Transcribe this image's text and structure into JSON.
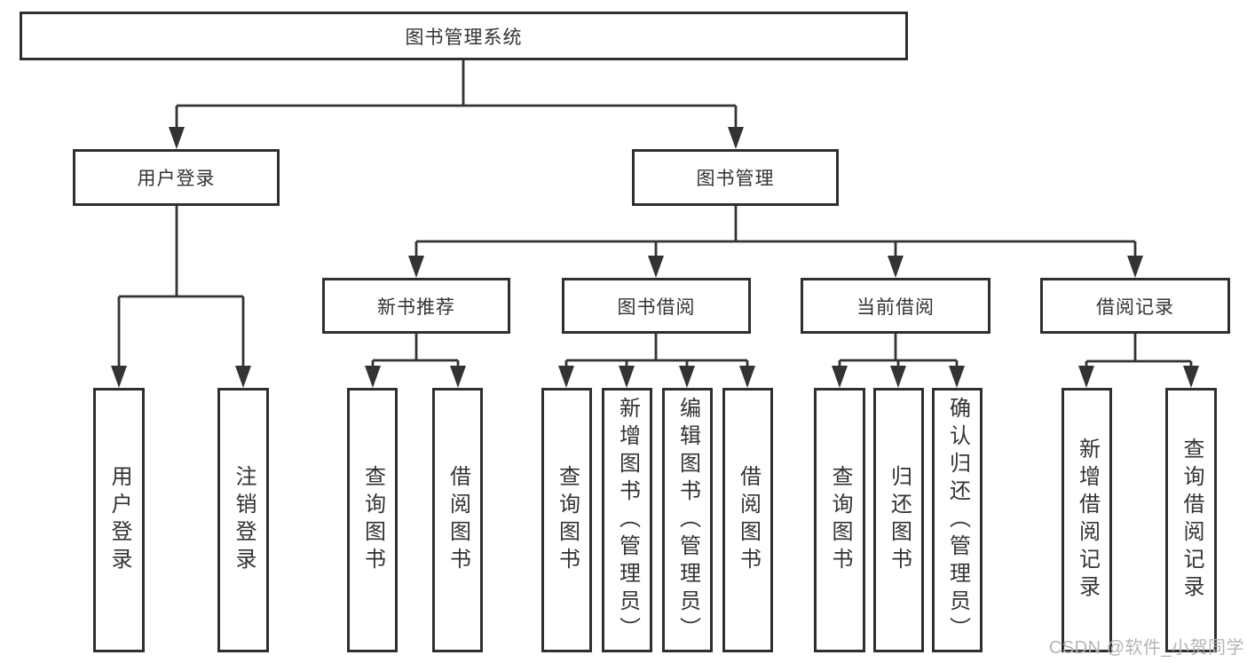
{
  "diagram": {
    "title": "图书管理系统",
    "level2": {
      "user_login": "用户登录",
      "book_management": "图书管理"
    },
    "level3": {
      "new_book_recommend": "新书推荐",
      "book_borrow": "图书借阅",
      "current_borrow": "当前借阅",
      "borrow_records": "借阅记录"
    },
    "leaves": {
      "user_login_children": [
        "用户登录",
        "注销登录"
      ],
      "new_book_children": [
        "查询图书",
        "借阅图书"
      ],
      "book_borrow_children": [
        "查询图书",
        "新增图书（管理员）",
        "编辑图书（管理员）",
        "借阅图书"
      ],
      "current_borrow_children": [
        "查询图书",
        "归还图书",
        "确认归还（管理员）"
      ],
      "borrow_records_children": [
        "新增借阅记录",
        "查询借阅记录"
      ]
    },
    "watermark": "CSDN @软件_小贺同学"
  },
  "colors": {
    "line": "#333333",
    "border": "#2f2f2f",
    "text": "#333333",
    "watermark": "#b5b5b5",
    "background": "#ffffff"
  }
}
